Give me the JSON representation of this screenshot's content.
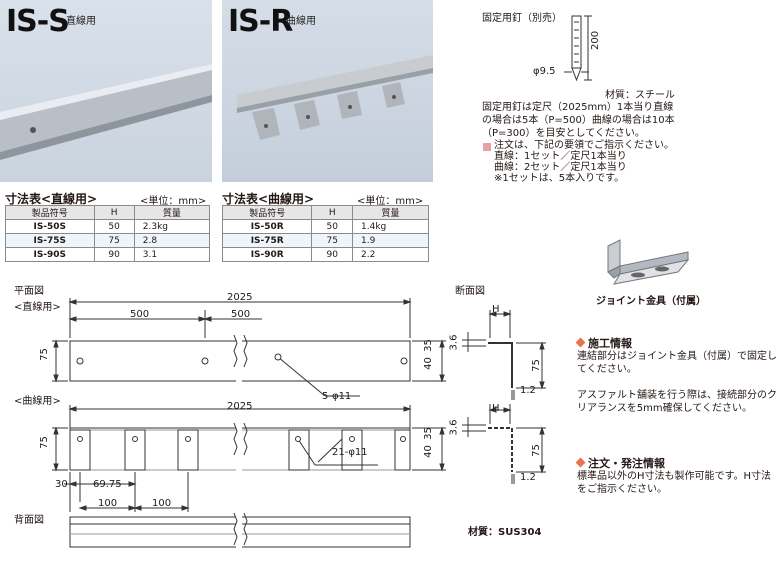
{
  "products": {
    "is_s": {
      "code": "IS-S",
      "type": "直線用"
    },
    "is_r": {
      "code": "IS-R",
      "type": "曲線用"
    }
  },
  "nail": {
    "title": "固定用釘（別売）",
    "height": "200",
    "diameter": "φ9.5",
    "material": "材質：スチール",
    "note_lines": [
      "固定用釘は定尺（2025mm）1本当り直線",
      "の場合は5本（P=500）曲線の場合は10本",
      "（P=300）を目安としてください。"
    ]
  },
  "order_note": {
    "lines": [
      "注文は、下記の要領でご指示ください。",
      "直線：1セット／定尺1本当り",
      "曲線：2セット／定尺1本当り",
      "※1セットは、5本入りです。"
    ]
  },
  "table_straight": {
    "title": "寸法表<直線用>",
    "unit": "<単位：mm>",
    "headers": [
      "製品符号",
      "H",
      "質量"
    ],
    "rows": [
      [
        "IS-50S",
        "50",
        "2.3kg"
      ],
      [
        "IS-75S",
        "75",
        "2.8"
      ],
      [
        "IS-90S",
        "90",
        "3.1"
      ]
    ]
  },
  "table_curve": {
    "title": "寸法表<曲線用>",
    "unit": "<単位：mm>",
    "headers": [
      "製品符号",
      "H",
      "質量"
    ],
    "rows": [
      [
        "IS-50R",
        "50",
        "1.4kg"
      ],
      [
        "IS-75R",
        "75",
        "1.9"
      ],
      [
        "IS-90R",
        "90",
        "2.2"
      ]
    ]
  },
  "joint": {
    "label": "ジョイント金具（付属）"
  },
  "drawing": {
    "plan_label": "平面図",
    "straight_label": "<直線用>",
    "curve_label": "<曲線用>",
    "back_label": "背面図",
    "section_label": "断面図",
    "length": "2025",
    "pitch_500a": "500",
    "pitch_500b": "500",
    "height_75": "75",
    "dim_40_35": "40",
    "dim_35": "35",
    "hole_s": "5-φ11",
    "hole_r": "21-φ11",
    "dim_30": "30",
    "dim_6975": "69.75",
    "pitch_100a": "100",
    "pitch_100b": "100",
    "sec_h": "H",
    "sec_36": "3.6",
    "sec_75": "75",
    "sec_12": "1.2",
    "material": "材質：SUS304"
  },
  "construction": {
    "title": "施工情報",
    "lines": [
      "連結部分はジョイント金具（付属）で固定し",
      "てください。",
      "",
      "アスファルト舗装を行う際は、接続部分のク",
      "リアランスを5mm確保してください。"
    ]
  },
  "ordering": {
    "title": "注文・発注情報",
    "lines": [
      "標準品以外のH寸法も製作可能です。H寸法",
      "をご指示ください。"
    ]
  },
  "colors": {
    "accent": "#e8744f",
    "note_mark": "#e9a0a6",
    "table_alt": "#eef5fb"
  }
}
